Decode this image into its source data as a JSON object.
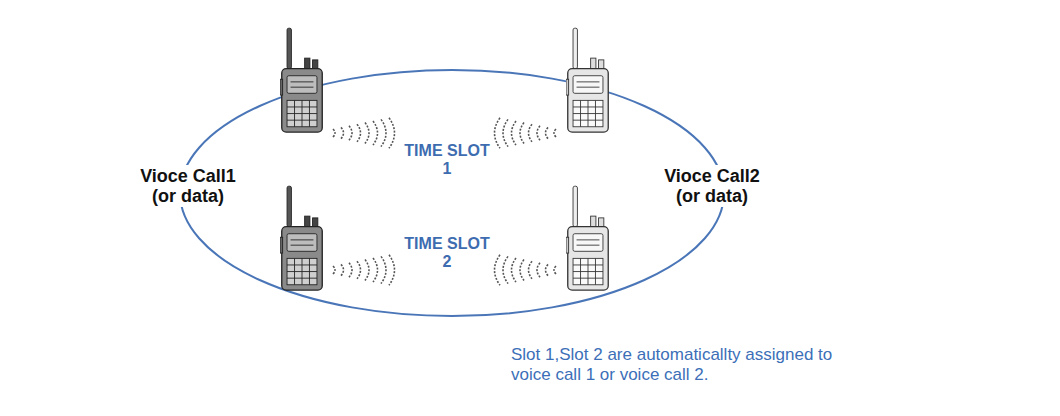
{
  "diagram": {
    "labels": [
      "Vioce Call1 (or data)",
      "TIME SLOT 1",
      "TIME SLOT 2",
      "Vioce Call2 (or data)",
      "Slot 1,Slot 2 are automaticallty assigned to voice call 1 or voice call 2."
    ]
  }
}
